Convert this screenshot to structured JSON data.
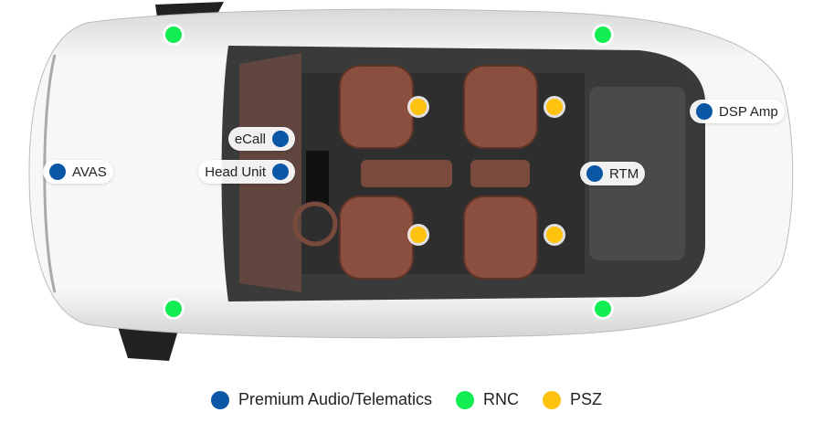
{
  "colors": {
    "audio": "#0b57a6",
    "rnc": "#12ee52",
    "psz": "#ffc20e"
  },
  "labels": {
    "avas": "AVAS",
    "ecall": "eCall",
    "head_unit": "Head Unit",
    "rtm": "RTM",
    "dsp_amp": "DSP Amp"
  },
  "legend": [
    {
      "label": "Premium Audio/Telematics",
      "color": "#0b57a6"
    },
    {
      "label": "RNC",
      "color": "#12ee52"
    },
    {
      "label": "PSZ",
      "color": "#ffc20e"
    }
  ]
}
